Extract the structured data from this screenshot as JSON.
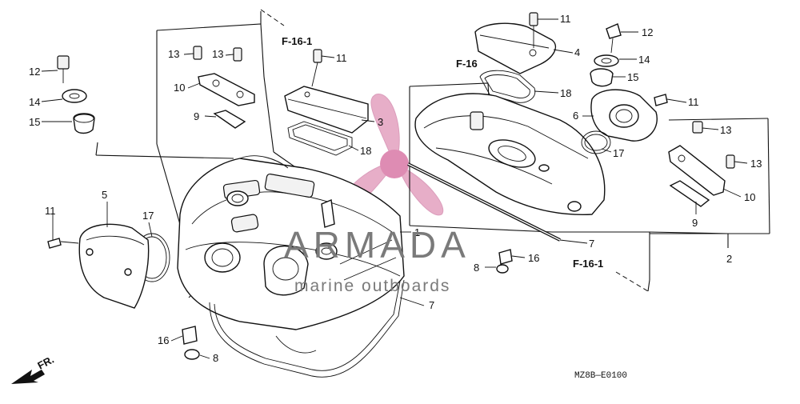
{
  "diagram": {
    "code": "MZ8B—E0100",
    "front_marker": "FR.",
    "section_refs": {
      "left_top": "F-16-1",
      "mid": "F-16",
      "right_bottom": "F-16-1"
    },
    "callouts": [
      {
        "id": "c12a",
        "text": "12"
      },
      {
        "id": "c14a",
        "text": "14"
      },
      {
        "id": "c15a",
        "text": "15"
      },
      {
        "id": "c5",
        "text": "5"
      },
      {
        "id": "c11a",
        "text": "11"
      },
      {
        "id": "c17a",
        "text": "17"
      },
      {
        "id": "c13a",
        "text": "13"
      },
      {
        "id": "c13b",
        "text": "13"
      },
      {
        "id": "c10a",
        "text": "10"
      },
      {
        "id": "c9a",
        "text": "9"
      },
      {
        "id": "c11b",
        "text": "11"
      },
      {
        "id": "c3",
        "text": "3"
      },
      {
        "id": "c18a",
        "text": "18"
      },
      {
        "id": "c1",
        "text": "1"
      },
      {
        "id": "c7a",
        "text": "7"
      },
      {
        "id": "c16a",
        "text": "16"
      },
      {
        "id": "c8a",
        "text": "8"
      },
      {
        "id": "c11c",
        "text": "11"
      },
      {
        "id": "c4",
        "text": "4"
      },
      {
        "id": "c18b",
        "text": "18"
      },
      {
        "id": "c12b",
        "text": "12"
      },
      {
        "id": "c14b",
        "text": "14"
      },
      {
        "id": "c15b",
        "text": "15"
      },
      {
        "id": "c11d",
        "text": "11"
      },
      {
        "id": "c6",
        "text": "6"
      },
      {
        "id": "c17b",
        "text": "17"
      },
      {
        "id": "c13c",
        "text": "13"
      },
      {
        "id": "c13d",
        "text": "13"
      },
      {
        "id": "c10b",
        "text": "10"
      },
      {
        "id": "c9b",
        "text": "9"
      },
      {
        "id": "c7b",
        "text": "7"
      },
      {
        "id": "c16b",
        "text": "16"
      },
      {
        "id": "c8b",
        "text": "8"
      },
      {
        "id": "c2",
        "text": "2"
      }
    ]
  },
  "watermark": {
    "title": "ARMADA",
    "subtitle": "marine outboards",
    "logo_color": "#e3a0bf",
    "logo_hub_color": "#d979a6"
  }
}
